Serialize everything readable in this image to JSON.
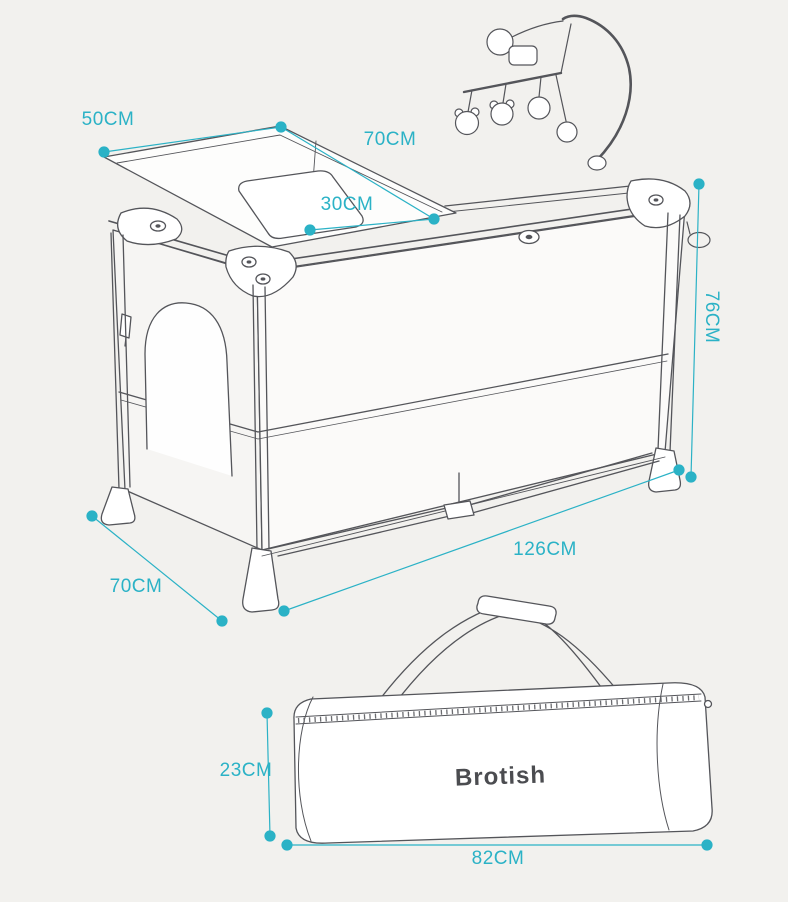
{
  "colors": {
    "background": "#f2f1ee",
    "accent": "#2bb2c6",
    "line_art": "#54555a",
    "brand_text": "#4b4c50"
  },
  "brand": {
    "name": "Brotish"
  },
  "measurements": {
    "crib": {
      "changer_edge": "50CM",
      "changer_length": "70CM",
      "changer_pad": "30CM",
      "height": "76CM",
      "length": "126CM",
      "width": "70CM"
    },
    "bag": {
      "height": "23CM",
      "length": "82CM"
    }
  }
}
